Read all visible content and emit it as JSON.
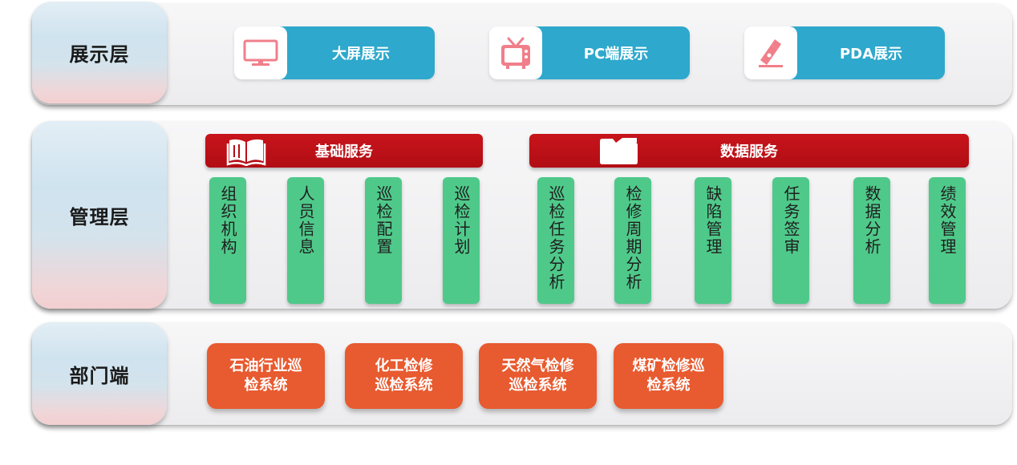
{
  "layers": {
    "presentation": "展示层",
    "management": "管理层",
    "department": "部门端"
  },
  "presentation": {
    "items": [
      {
        "label": "大屏展示",
        "icon": "monitor-icon"
      },
      {
        "label": "PC端展示",
        "icon": "tv-icon"
      },
      {
        "label": "PDA展示",
        "icon": "pen-icon"
      }
    ]
  },
  "services": {
    "basic": {
      "label": "基础服务",
      "icon": "book-icon"
    },
    "data": {
      "label": "数据服务",
      "icon": "folder-icon"
    }
  },
  "basic_items": [
    "组织机构",
    "人员信息",
    "巡检配置",
    "巡检计划"
  ],
  "data_items": [
    "巡检任务分析",
    "检修周期分析",
    "缺陷管理",
    "任务签审",
    "数据分析",
    "绩效管理"
  ],
  "departments": [
    {
      "line1": "石油行业巡",
      "line2": "检系统"
    },
    {
      "line1": "化工检修",
      "line2": "巡检系统"
    },
    {
      "line1": "天然气检修",
      "line2": "巡检系统"
    },
    {
      "line1": "煤矿检修巡",
      "line2": "检系统"
    }
  ],
  "colors": {
    "accent_blue": "#2ea8cc",
    "service_red": "#b10d14",
    "bar_green": "#4fc98a",
    "dept_orange": "#e85a2f",
    "icon_pink": "#f07f8a"
  }
}
